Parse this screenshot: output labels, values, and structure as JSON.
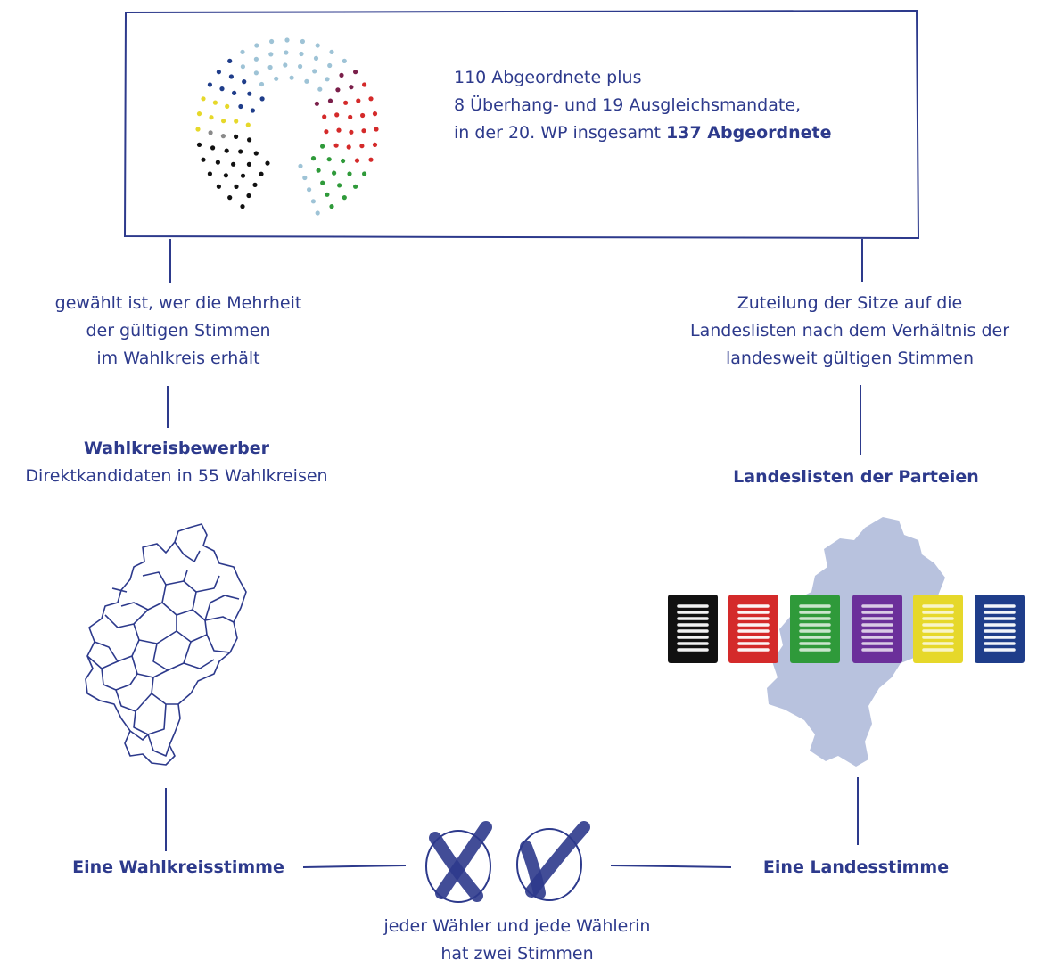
{
  "parliament_box": {
    "line1": "110 Abgeordnete plus",
    "line2": "8 Überhang- und 19 Ausgleichsmandate,",
    "line3_prefix": "in der 20. WP insgesamt ",
    "line3_bold": "137 Abgeordnete"
  },
  "left_branch": {
    "rule_line1": "gewählt ist, wer die Mehrheit",
    "rule_line2": "der gültigen Stimmen",
    "rule_line3": "im Wahlkreis erhält",
    "candidates_title": "Wahlkreisbewerber",
    "candidates_subtitle": "Direktkandidaten in 55 Wahlkreisen",
    "vote_label": "Eine Wahlkreisstimme"
  },
  "right_branch": {
    "rule_line1": "Zuteilung der Sitze auf die",
    "rule_line2": "Landeslisten nach dem Verhältnis der",
    "rule_line3": "landesweit gültigen Stimmen",
    "lists_title": "Landeslisten der Parteien",
    "vote_label": "Eine Landesstimme"
  },
  "bottom": {
    "line1": "jeder Wähler und jede Wählerin",
    "line2": "hat zwei Stimmen"
  },
  "colors": {
    "ink": "#2d3a8c",
    "map_fill": "#b8c2de",
    "party_black": "#111111",
    "party_red": "#d42a2a",
    "party_green": "#2f9a3a",
    "party_purple": "#6b2f9a",
    "party_yellow": "#e6d82a",
    "party_blue": "#1f3d8a",
    "seat_lightblue": "#9ec3d6",
    "seat_grey": "#8a8a8a",
    "seat_darkred": "#7a1f4a"
  },
  "icons": [
    "parliament-seats-icon",
    "constituency-map-icon",
    "state-map-icon",
    "party-list-icon",
    "ballot-cross-icon"
  ]
}
